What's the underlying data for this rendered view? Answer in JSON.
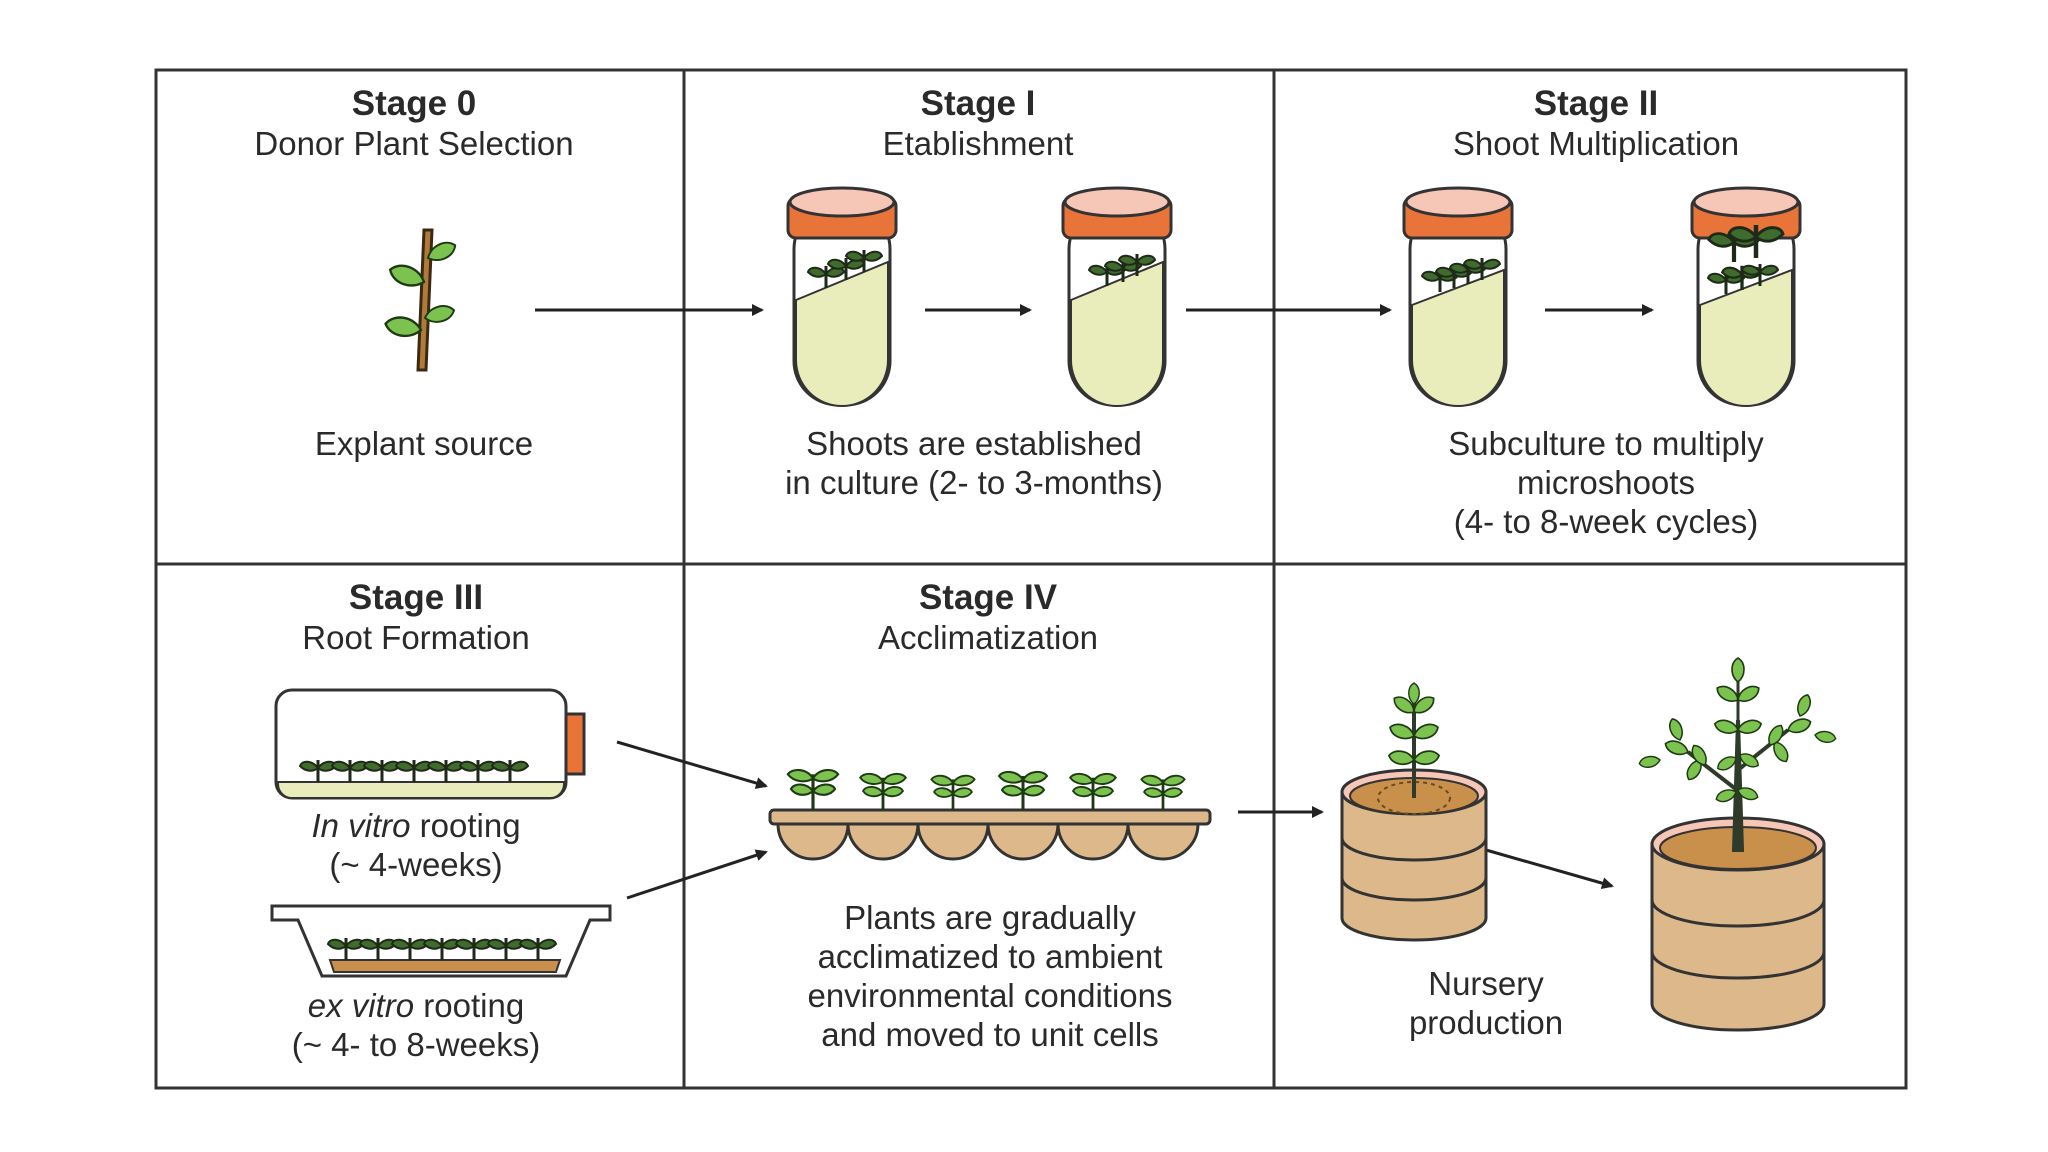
{
  "panels": {
    "stage0": {
      "title": "Stage 0",
      "subtitle": "Donor Plant Selection",
      "caption": [
        "Explant source"
      ]
    },
    "stage1": {
      "title": "Stage I",
      "subtitle": "Etablishment",
      "caption": [
        "Shoots are established",
        "in culture (2- to 3-months)"
      ]
    },
    "stage2": {
      "title": "Stage II",
      "subtitle": "Shoot Multiplication",
      "caption": [
        "Subculture to multiply",
        "microshoots",
        "(4- to 8-week cycles)"
      ]
    },
    "stage3": {
      "title": "Stage III",
      "subtitle": "Root Formation",
      "invitro": {
        "italic": "In vitro",
        "rest": " rooting",
        "duration": "(~ 4-weeks)"
      },
      "exvitro": {
        "italic": "ex vitro",
        "rest": " rooting",
        "duration": "(~ 4- to 8-weeks)"
      }
    },
    "stage4": {
      "title": "Stage IV",
      "subtitle": "Acclimatization",
      "caption": [
        "Plants are gradually",
        "acclimatized to ambient",
        "environmental conditions",
        "and moved to unit cells"
      ]
    },
    "nursery": {
      "caption": [
        "Nursery",
        "production"
      ]
    }
  },
  "colors": {
    "leaf": "#7cc24e",
    "stem": "#b07a3a",
    "tube_cap": "#e8743a",
    "tube_pink": "#f6c6b6",
    "medium": "#e9edbc",
    "pot": "#dcb88a",
    "soil": "#c9904c",
    "plant_dark": "#2f3b2a",
    "border": "#333333"
  },
  "icons": [
    "arrow-icon",
    "culture-tube-icon",
    "plant-cutting-icon",
    "seedling-tray-icon",
    "nursery-pot-icon"
  ]
}
